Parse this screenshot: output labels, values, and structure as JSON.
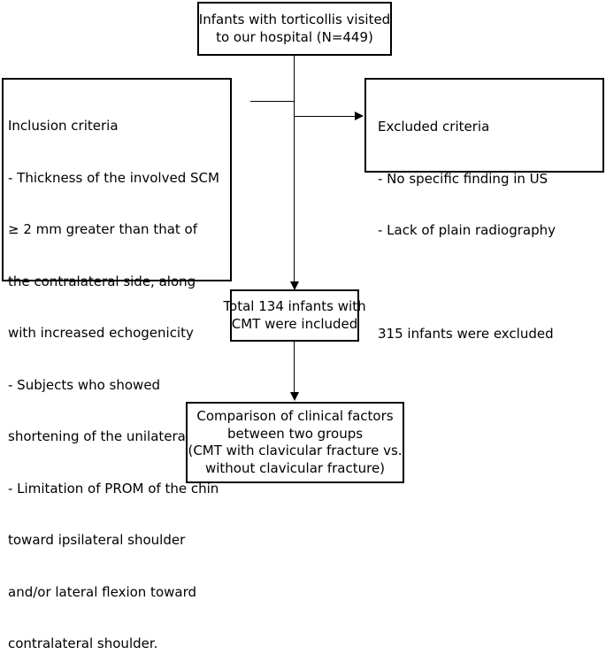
{
  "nodes": {
    "top": {
      "lines": [
        "Infants with torticollis visited",
        "to our hospital (N=449)"
      ]
    },
    "inclusion": {
      "lines": [
        "Inclusion criteria",
        " - Thickness of the involved SCM",
        "   ≥ 2 mm greater than that of",
        "   the contralateral side, along",
        "   with increased echogenicity",
        " - Subjects who showed",
        "   shortening of the unilateral SCM",
        " - Limitation of PROM of the chin",
        "   toward ipsilateral shoulder",
        "   and/or lateral flexion toward",
        "   contralateral shoulder."
      ]
    },
    "excluded": {
      "lines": [
        "Excluded criteria",
        "  - No specific finding in US",
        "  - Lack of plain radiography",
        "",
        "315 infants were excluded"
      ]
    },
    "included": {
      "lines": [
        "Total 134 infants with",
        "CMT were included"
      ]
    },
    "comparison": {
      "lines": [
        "Comparison of clinical factors",
        "between two groups",
        "(CMT with clavicular fracture vs.",
        "without clavicular fracture)"
      ]
    }
  }
}
